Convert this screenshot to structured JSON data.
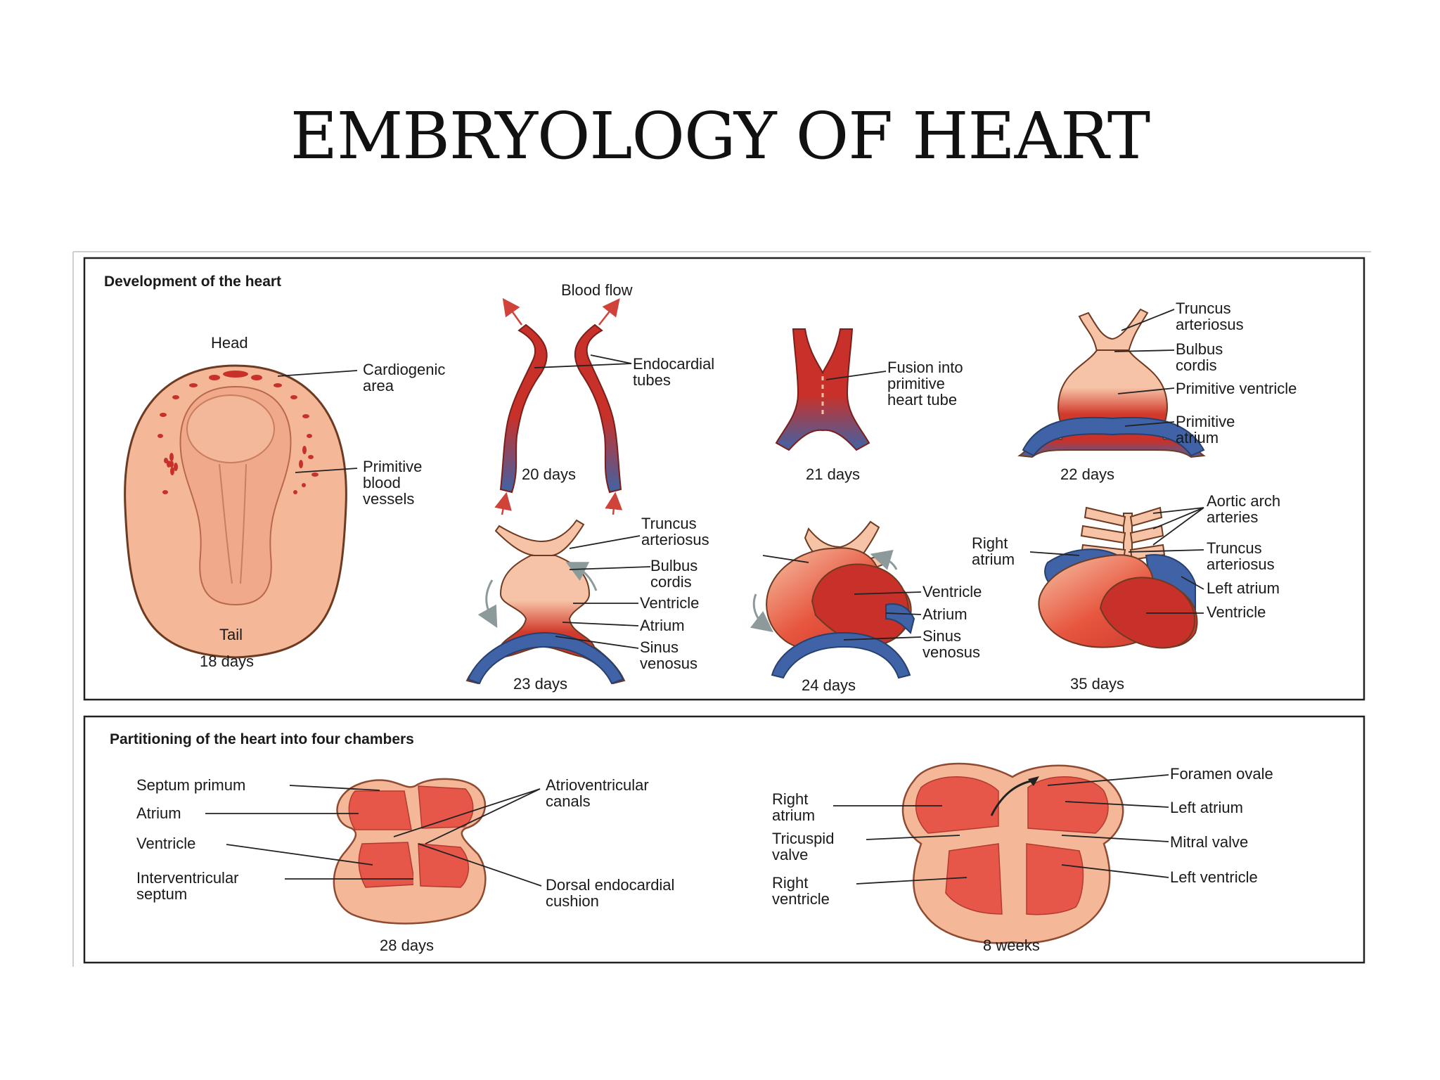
{
  "title": "EMBRYOLOGY OF HEART",
  "panels": {
    "development": {
      "header": "Development of the heart",
      "blood_flow": "Blood flow",
      "stages": {
        "d18": {
          "head": "Head",
          "tail": "Tail",
          "day": "18 days",
          "labels": [
            "Cardiogenic",
            "area",
            "Primitive",
            "blood",
            "vessels"
          ]
        },
        "d20": {
          "day": "20 days",
          "labels": [
            "Endocardial",
            "tubes"
          ]
        },
        "d21": {
          "day": "21 days",
          "labels": [
            "Fusion into",
            "primitive",
            "heart tube"
          ]
        },
        "d22": {
          "day": "22 days",
          "labels": [
            "Truncus",
            "arteriosus",
            "Bulbus",
            "cordis",
            "Primitive ventricle",
            "Primitive",
            "atrium"
          ]
        },
        "d23": {
          "day": "23 days",
          "labels": [
            "Truncus",
            "arteriosus",
            "Bulbus",
            "cordis",
            "Ventricle",
            "Atrium",
            "Sinus",
            "venosus"
          ]
        },
        "d24": {
          "day": "24 days",
          "labels": [
            "Ventricle",
            "Atrium",
            "Sinus",
            "venosus"
          ]
        },
        "d35": {
          "day": "35 days",
          "labels": [
            "Aortic arch",
            "arteries",
            "Right",
            "atrium",
            "Truncus",
            "arteriosus",
            "Left atrium",
            "Ventricle"
          ]
        }
      }
    },
    "partitioning": {
      "header": "Partitioning of the heart into four chambers",
      "d28": {
        "day": "28 days",
        "labels": [
          "Septum primum",
          "Atrium",
          "Ventricle",
          "Interventricular",
          "septum",
          "Atrioventricular",
          "canals",
          "Dorsal endocardial",
          "cushion"
        ]
      },
      "w8": {
        "day": "8 weeks",
        "labels": [
          "Right",
          "atrium",
          "Tricuspid",
          "valve",
          "Right",
          "ventricle",
          "Foramen ovale",
          "Left atrium",
          "Mitral valve",
          "Left ventricle"
        ]
      }
    }
  },
  "colors": {
    "red": "#c8312a",
    "blue": "#3f63a6",
    "pink": "#f4b898",
    "tan": "#e2a17c",
    "chamber": "#e6574a"
  }
}
